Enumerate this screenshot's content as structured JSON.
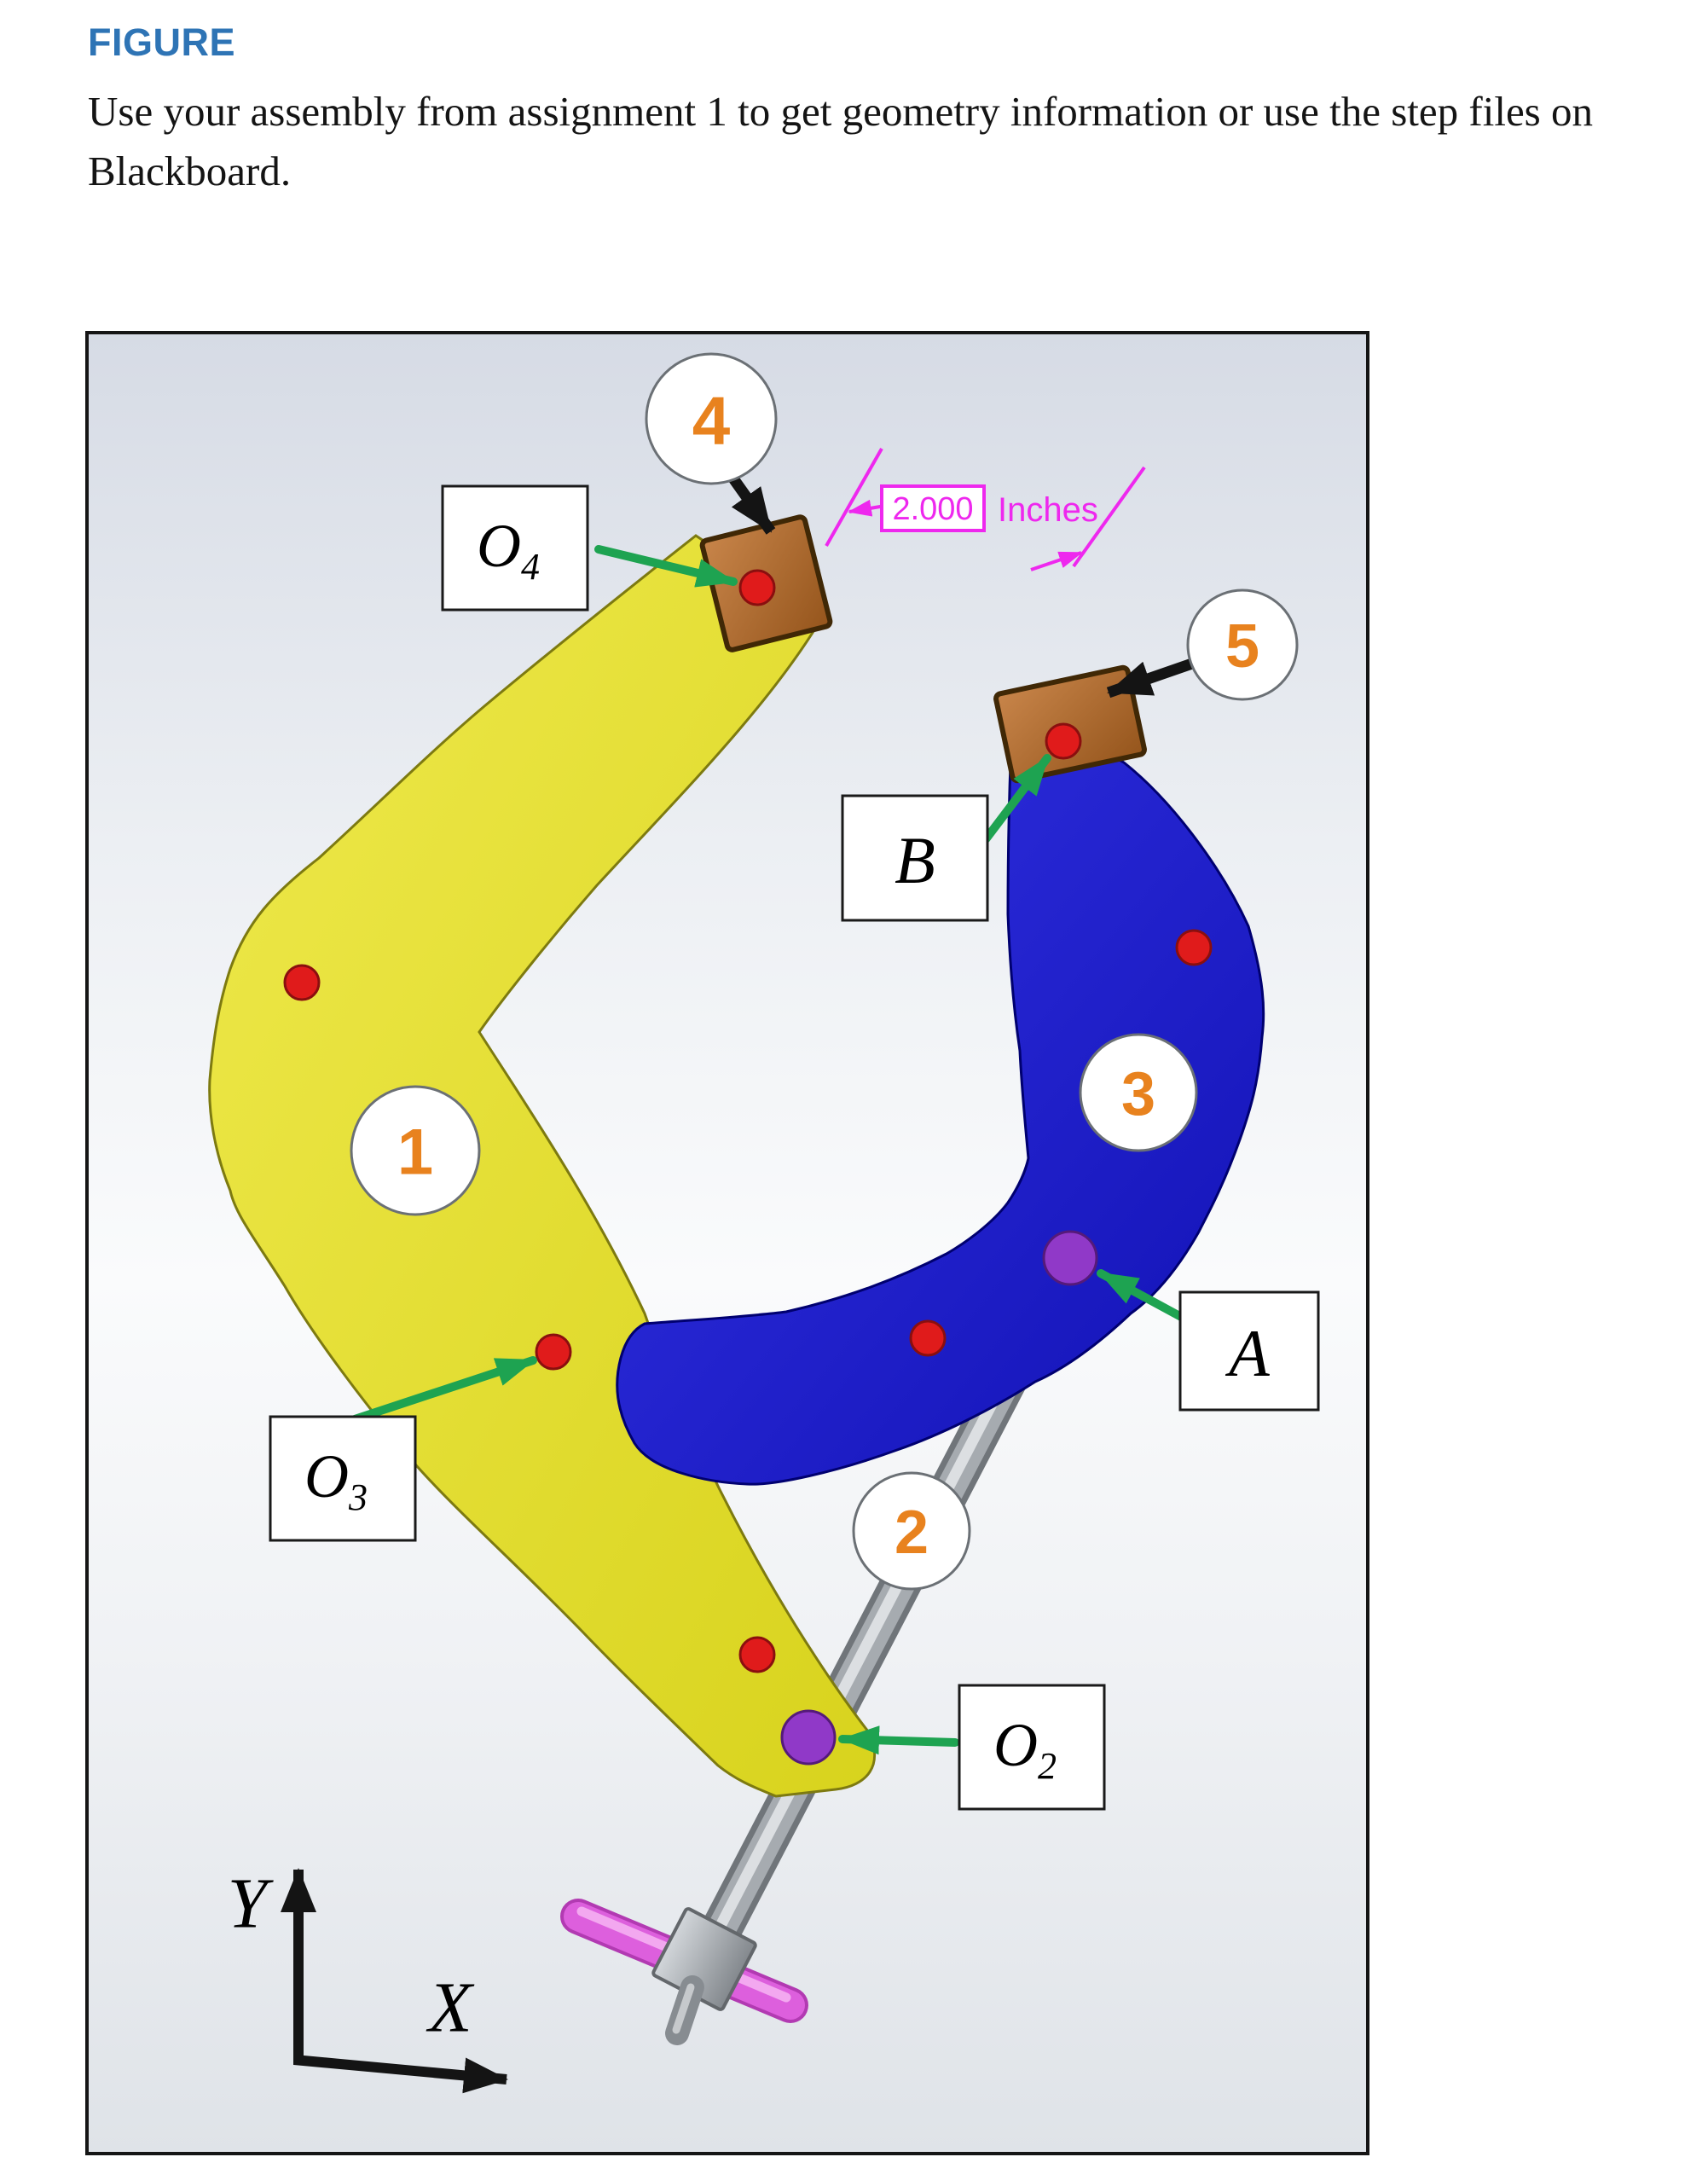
{
  "page": {
    "heading": "FIGURE",
    "paragraph": {
      "line1": "Use your assembly from assignment 1 to get geometry information or use the step files on",
      "line2": "Blackboard."
    }
  },
  "figure": {
    "balloons": [
      {
        "id": "1",
        "label": "1"
      },
      {
        "id": "2",
        "label": "2"
      },
      {
        "id": "3",
        "label": "3"
      },
      {
        "id": "4",
        "label": "4"
      },
      {
        "id": "5",
        "label": "5"
      }
    ],
    "joint_labels": {
      "o4": {
        "base": "O",
        "sub": "4"
      },
      "o3": {
        "base": "O",
        "sub": "3"
      },
      "o2": {
        "base": "O",
        "sub": "2"
      },
      "b": {
        "base": "B",
        "sub": ""
      },
      "a": {
        "base": "A",
        "sub": ""
      }
    },
    "dimension": {
      "value": "2.000",
      "unit": "Inches"
    },
    "axes": {
      "x_label": "X",
      "y_label": "Y"
    },
    "colors": {
      "link1_yellow": "#E2DD2C",
      "link3_blue": "#1F1FD0",
      "screw_gray": "#9AA0A6",
      "handle_magenta": "#DD5FDD",
      "pad_copper": "#B26D2C",
      "balloon_orange": "#E8821E",
      "leader_green": "#1EA351",
      "dimension_magenta": "#EE28EE",
      "joint_red": "#E01B1B",
      "joint_purple": "#9039C8",
      "heading_blue": "#2E74B5"
    }
  }
}
